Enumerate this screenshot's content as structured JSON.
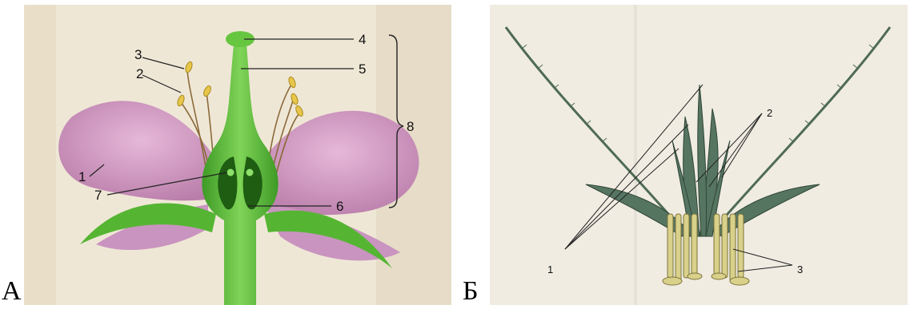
{
  "panels": [
    {
      "letter": "А",
      "labels": [
        "1",
        "2",
        "3",
        "4",
        "5",
        "6",
        "7",
        "8"
      ]
    },
    {
      "letter": "Б",
      "labels": [
        "1",
        "2",
        "3"
      ]
    }
  ],
  "colors": {
    "petal": "#c98bbd",
    "pistil_green": "#5fc23a",
    "anther": "#e8c64a",
    "bract": "#4f6b55",
    "stamen_cream": "#d9d08a",
    "paper": "#f0ece2"
  }
}
